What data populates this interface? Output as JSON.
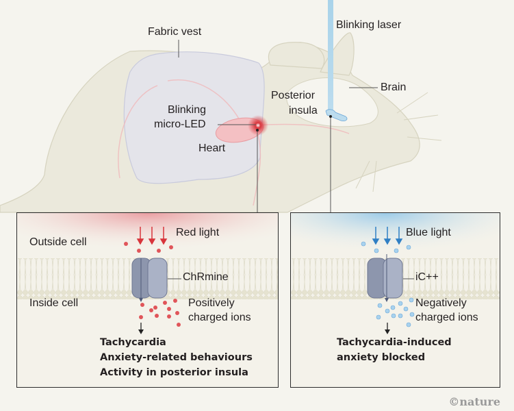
{
  "figure": {
    "labels": {
      "fabric_vest": "Fabric vest",
      "blinking_laser": "Blinking laser",
      "brain": "Brain",
      "posterior_insula_1": "Posterior",
      "posterior_insula_2": "insula",
      "micro_led_1": "Blinking",
      "micro_led_2": "micro-LED",
      "heart": "Heart"
    },
    "colors": {
      "background": "#f5f4ee",
      "rat_fill": "#ebe9dc",
      "vest_fill": "#e4e4ea",
      "red_accent": "#d8343b",
      "blue_accent": "#2f7fc4"
    }
  },
  "left_panel": {
    "light_label": "Red light",
    "outside_label": "Outside cell",
    "inside_label": "Inside cell",
    "channel_label": "ChRmine",
    "ions_label_1": "Positively",
    "ions_label_2": "charged ions",
    "outcomes": [
      "Tachycardia",
      "Anxiety-related behaviours",
      "Activity in posterior insula"
    ]
  },
  "right_panel": {
    "light_label": "Blue light",
    "channel_label": "iC++",
    "ions_label_1": "Negatively",
    "ions_label_2": "charged ions",
    "outcomes": [
      "Tachycardia-induced",
      "anxiety blocked"
    ]
  },
  "credit": "©nature"
}
